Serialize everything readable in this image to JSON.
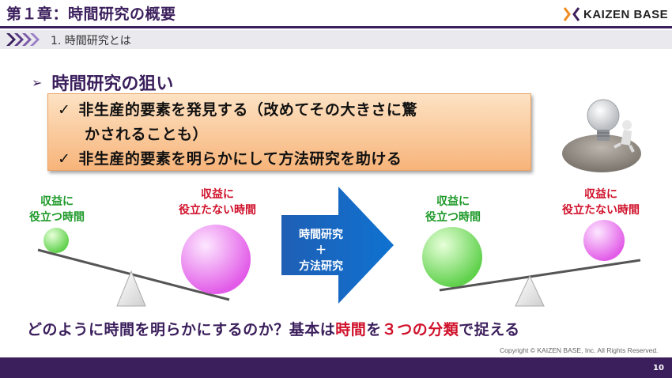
{
  "header": {
    "chapter_title": "第１章：時間研究の概要",
    "logo_text": "KAIZEN BASE"
  },
  "section": {
    "title": "1. 時間研究とは"
  },
  "aim": {
    "heading": "時間研究の狙い",
    "marker": "➢",
    "check_mark": "✓",
    "item1_line1": "非生産的要素を発見する（改めてその大きさに驚",
    "item1_line2": "かされることも）",
    "item2": "非生産的要素を明らかにして方法研究を助ける"
  },
  "diagram": {
    "left_useful_line1": "収益に",
    "left_useful_line2": "役立つ時間",
    "left_useless_line1": "収益に",
    "left_useless_line2": "役立たない時間",
    "arrow_line1": "時間研究",
    "arrow_line2": "＋",
    "arrow_line3": "方法研究",
    "right_useful_line1": "収益に",
    "right_useful_line2": "役立つ時間",
    "right_useless_line1": "収益に",
    "right_useless_line2": "役立たない時間"
  },
  "bottom": {
    "text_part1": "どのように時間を明らかにするのか？基本は",
    "text_highlight1": "時間",
    "text_part2": "を",
    "text_highlight2": "３つの分類",
    "text_part3": "で捉える"
  },
  "footer": {
    "copyright": "Copyright ©  KAIZEN BASE, Inc. All Rights Reserved.",
    "page_number": "10"
  },
  "colors": {
    "brand_purple": "#3b1f5c",
    "green": "#1f9a2a",
    "red": "#d0112b",
    "arrow_blue": "#1565c0",
    "logo_orange": "#f08a1c"
  }
}
